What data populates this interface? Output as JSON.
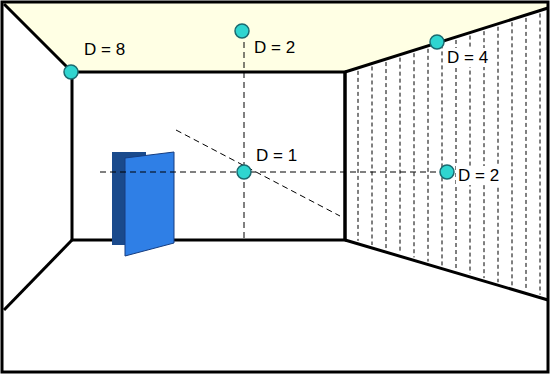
{
  "diagram": {
    "labels": [
      "D = 8",
      "D = 2",
      "D = 4",
      "D = 1",
      "D = 2"
    ]
  }
}
